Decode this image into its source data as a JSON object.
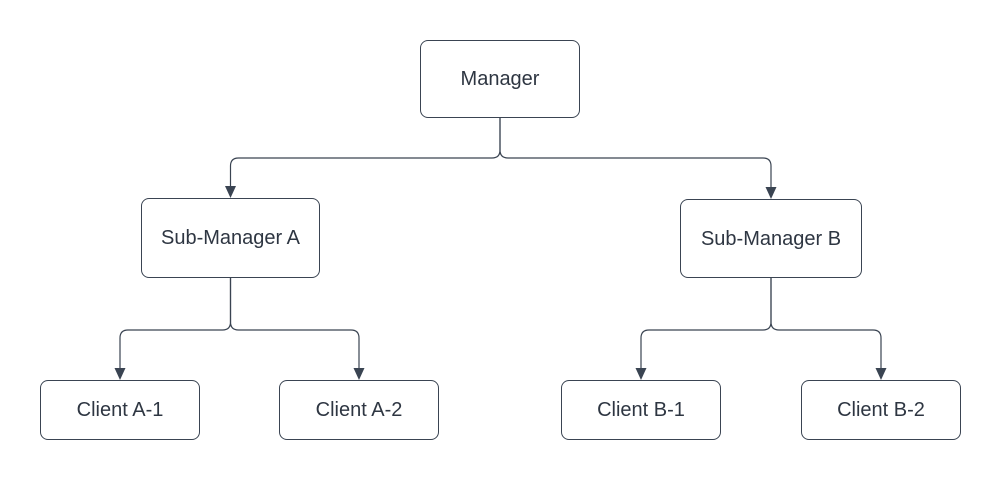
{
  "diagram": {
    "type": "org-chart-tree",
    "colors": {
      "stroke": "#3a4452",
      "text": "#2e3642",
      "node_fill": "#ffffff",
      "background": "#ffffff"
    },
    "nodes": [
      {
        "id": "manager",
        "label": "Manager",
        "level": 0
      },
      {
        "id": "sub-a",
        "label": "Sub-Manager A",
        "level": 1
      },
      {
        "id": "sub-b",
        "label": "Sub-Manager B",
        "level": 1
      },
      {
        "id": "client-a1",
        "label": "Client A-1",
        "level": 2
      },
      {
        "id": "client-a2",
        "label": "Client A-2",
        "level": 2
      },
      {
        "id": "client-b1",
        "label": "Client B-1",
        "level": 2
      },
      {
        "id": "client-b2",
        "label": "Client B-2",
        "level": 2
      }
    ],
    "edges": [
      {
        "from": "manager",
        "to": "sub-a"
      },
      {
        "from": "manager",
        "to": "sub-b"
      },
      {
        "from": "sub-a",
        "to": "client-a1"
      },
      {
        "from": "sub-a",
        "to": "client-a2"
      },
      {
        "from": "sub-b",
        "to": "client-b1"
      },
      {
        "from": "sub-b",
        "to": "client-b2"
      }
    ]
  }
}
